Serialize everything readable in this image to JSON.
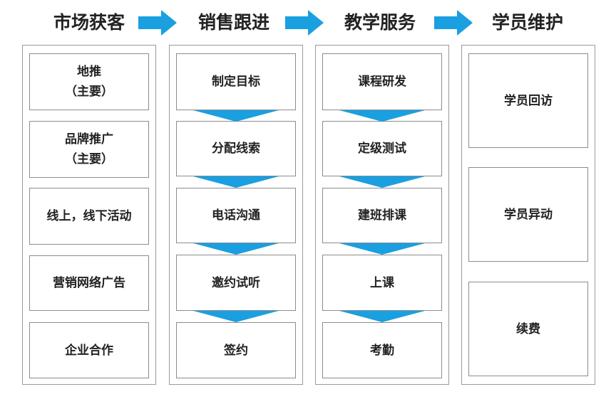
{
  "colors": {
    "accent": "#1a9fe0",
    "border": "#8c8c8c",
    "text": "#222222"
  },
  "stages": [
    {
      "title": "市场获客",
      "items": [
        "地推\n（主要）",
        "品牌推广\n（主要）",
        "线上，线下活动",
        "营销网络广告",
        "企业合作"
      ]
    },
    {
      "title": "销售跟进",
      "items": [
        "制定目标",
        "分配线索",
        "电话沟通",
        "邀约试听",
        "签约"
      ]
    },
    {
      "title": "教学服务",
      "items": [
        "课程研发",
        "定级测试",
        "建班排课",
        "上课",
        "考勤"
      ]
    },
    {
      "title": "学员维护",
      "items": [
        "学员回访",
        "学员异动",
        "续费"
      ]
    }
  ]
}
